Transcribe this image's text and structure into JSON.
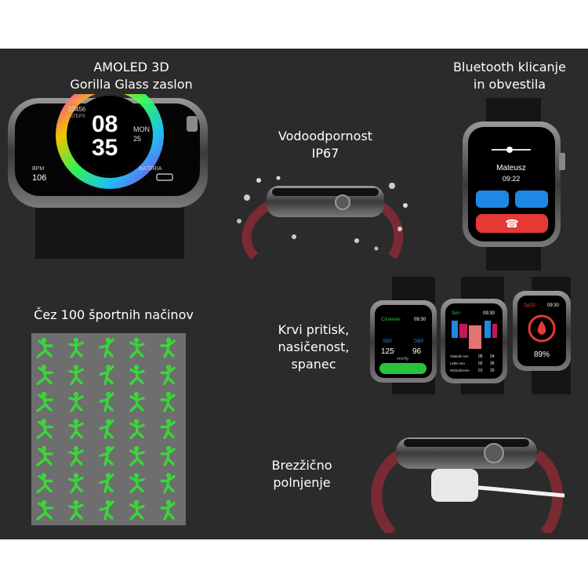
{
  "captions": {
    "display": [
      "AMOLED 3D",
      "Gorilla Glass zaslon"
    ],
    "water": [
      "Vodoodpornost",
      "IP67"
    ],
    "bluetooth": [
      "Bluetooth klicanje",
      "in obvestila"
    ],
    "sports": "Čez 100 športnih načinov",
    "health": [
      "Krvi pritisk,",
      "nasičenost,",
      "spanec"
    ],
    "charging": [
      "Brezžično",
      "polnjenje"
    ]
  },
  "watch_face": {
    "hour": "08",
    "minute": "35",
    "weekday": "MON",
    "date": "25",
    "steps": "23456",
    "steps_label": "STEPS",
    "bpm_label": "BPM",
    "bpm": "106",
    "battery_label": "BATERIA"
  },
  "call_screen": {
    "caller": "Mateusz",
    "time": "09:22"
  },
  "health_screens": {
    "bp": {
      "title": "Ciśnienie",
      "time": "09:30",
      "sbp_label": "SBP",
      "dbp_label": "DBP",
      "sbp": "125",
      "dbp": "96",
      "unit": "mmHg"
    },
    "sleep": {
      "title": "Sen",
      "time": "09:30",
      "rows": [
        {
          "label": "Głęboki sen",
          "h": "05",
          "m": "24"
        },
        {
          "label": "Lekki sen",
          "h": "02",
          "m": "36"
        },
        {
          "label": "Wybudzenie",
          "h": "01",
          "m": "20"
        }
      ]
    },
    "spo2": {
      "title": "SpO2",
      "time": "09:30",
      "value": "89%"
    }
  },
  "colors": {
    "background": "#2b2b2b",
    "sport_icon": "#39d639",
    "sport_bg": "#6e6e6e",
    "call_accept": "#1e88e5",
    "call_decline": "#e53935",
    "accent_green": "#29c23b"
  },
  "sport_icons": [
    "runner",
    "boxing",
    "treadmill",
    "fencing",
    "tennis",
    "rowing",
    "bike",
    "stair",
    "kick",
    "badminton",
    "walk",
    "weights",
    "hurdle",
    "jump",
    "climb",
    "cycling",
    "yoga",
    "skate",
    "karate",
    "golf",
    "hike",
    "rowing",
    "ski",
    "ball",
    "golf-swing",
    "soccer",
    "stretch",
    "dance",
    "boxing",
    "hockey",
    "volleyball",
    "pushup",
    "skating",
    "gym",
    "dance"
  ]
}
